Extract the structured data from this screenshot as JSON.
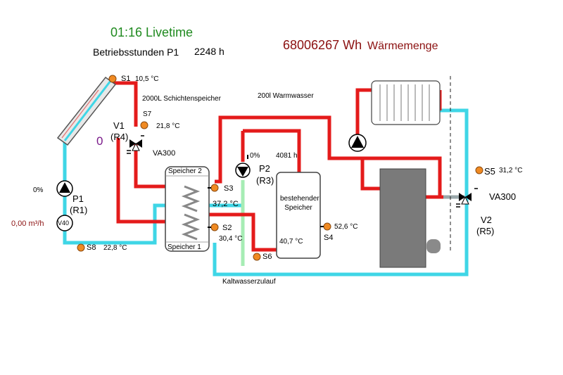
{
  "header": {
    "livetime": "01:16 Livetime",
    "hours_label": "Betriebsstunden P1",
    "hours_value": "2248 h",
    "energy_value": "68006267 Wh",
    "energy_label": "Wärmemenge"
  },
  "storage": {
    "tank_2000_label": "2000L Schichtenspeicher",
    "tank_200_label": "200l Warmwasser",
    "speicher2": "Speicher 2",
    "speicher1": "Speicher 1",
    "existing_tank_line1": "bestehender",
    "existing_tank_line2": "Speicher",
    "cold_water": "Kaltwasserzulauf"
  },
  "sensors": {
    "s1": {
      "name": "S1",
      "value": "10,5 °C"
    },
    "s7": {
      "name": "S7",
      "value": "21,8 °C"
    },
    "s3": {
      "name": "S3",
      "value": "37,2 °C"
    },
    "s2": {
      "name": "S2",
      "value": "30,4 °C"
    },
    "s8": {
      "name": "S8",
      "value": "22,8 °C"
    },
    "s6": {
      "name": "S6",
      "value": "40,7 °C"
    },
    "s4": {
      "name": "S4",
      "value": "52,6 °C"
    },
    "s5": {
      "name": "S5",
      "value": "31,2 °C"
    }
  },
  "valves": {
    "v1": {
      "name": "V1",
      "relay": "(R4)",
      "state": "0",
      "type": "VA300"
    },
    "v2": {
      "name": "V2",
      "relay": "(R5)",
      "type": "VA300"
    }
  },
  "pumps": {
    "p1": {
      "name": "P1",
      "relay": "(R1)",
      "percent": "0%",
      "flow": "0,00 m³/h",
      "meter": "V40"
    },
    "p2": {
      "name": "P2",
      "relay": "(R3)",
      "percent": "0%",
      "hours": "4081 h"
    }
  },
  "colors": {
    "hot": "#e41b1b",
    "cold": "#3fd6e6",
    "green": "#a6ecb4",
    "sensor": "#f08a22"
  }
}
